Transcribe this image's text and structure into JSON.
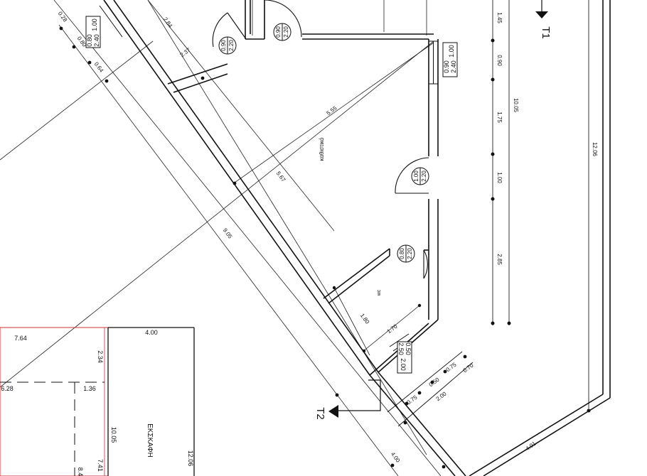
{
  "room_label": "καθιστικό",
  "wc_label": "wc",
  "excavation_label": "ΕΚΣΚΑΦΗ",
  "section_t1": "T1",
  "section_t2": "T2",
  "openings": {
    "door_top_a": [
      "0.90",
      "2.20"
    ],
    "door_top_b": [
      "0.90",
      "2.20"
    ],
    "window_topleft": [
      "0.80",
      "2.40",
      "1.00"
    ],
    "window_right": [
      "0.90",
      "2.40",
      "1.00"
    ],
    "door_right": [
      "1.00",
      "2.20"
    ],
    "door_wc": [
      "0.80",
      "2.20"
    ],
    "window_wc": [
      "0.50",
      "2.50",
      "2.00"
    ]
  },
  "dims": {
    "d_028": "0.28",
    "d_080": "0.80",
    "d_064": "0.64",
    "d_284": "2.84",
    "d_237": "2.37",
    "d_555": "5.55",
    "d_567": "5.67",
    "d_905": "9.05",
    "d_180": "1.80",
    "d_170": "1.70",
    "r_145": "1.45",
    "r_090": "0.90",
    "r_175": "1.75",
    "r_100": "1.00",
    "r_285": "2.85",
    "r_1005": "10.05",
    "r_1206": "12.06",
    "b_075a": "0.75",
    "b_050": "0.50",
    "b_075b": "0.75",
    "b_200": "2.00",
    "b_070": "0.70",
    "b_401": "4.01",
    "b_400": "4.00",
    "s_764": "7.64",
    "s_400": "4.00",
    "s_234": "2.34",
    "s_628": "6.28",
    "s_136": "1.36",
    "s_1005": "10.05",
    "s_741": "7.41",
    "s_84": "8.4",
    "s_1206": "12.06"
  }
}
